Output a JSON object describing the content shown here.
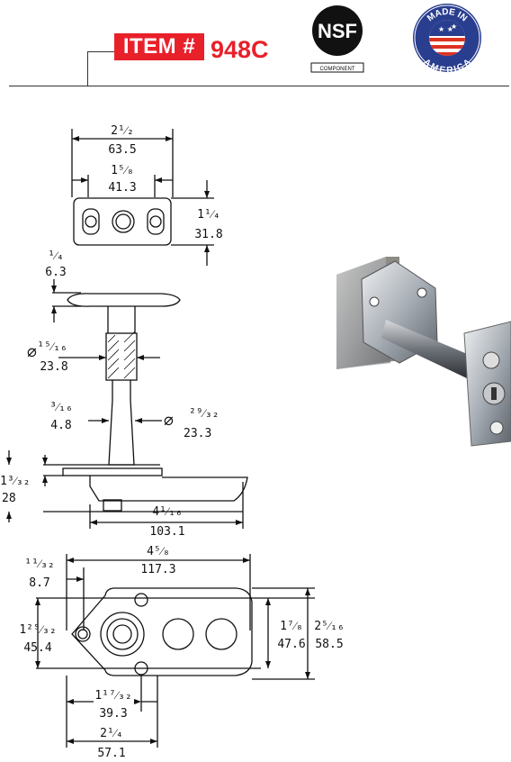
{
  "header": {
    "item_label": "ITEM #",
    "item_number": "948C",
    "nsf_text": "NSF",
    "nsf_sub": "COMPONENT",
    "made_in_top": "MADE IN",
    "made_in_bottom": "AMERICA"
  },
  "dims": {
    "top_width_frac": "2¹⁄₂",
    "top_width_mm": "63.5",
    "top_inner_frac": "1⁵⁄₈",
    "top_inner_mm": "41.3",
    "top_height_frac": "1¹⁄₄",
    "top_height_mm": "31.8",
    "flange_frac": "¹⁄₄",
    "flange_mm": "6.3",
    "cyl_dia_frac": "¹⁵⁄₁₆",
    "cyl_dia_mm": "23.8",
    "step_frac": "³⁄₁₆",
    "step_mm": "4.8",
    "shaft_dia_frac": "²⁹⁄₃₂",
    "shaft_dia_mm": "23.3",
    "left_frac": "1³⁄₃₂",
    "left_mm": "28",
    "base_len_frac": "4¹⁄₁₆",
    "base_len_mm": "103.1",
    "bot_width_frac": "4⁵⁄₈",
    "bot_width_mm": "117.3",
    "bot_offset_frac": "¹¹⁄₃₂",
    "bot_offset_mm": "8.7",
    "bot_left_frac": "1²⁵⁄₃₂",
    "bot_left_mm": "45.4",
    "bot_h1_frac": "1⁷⁄₈",
    "bot_h1_mm": "47.6",
    "bot_h2_frac": "2⁵⁄₁₆",
    "bot_h2_mm": "58.5",
    "bot_c1_frac": "1¹⁷⁄₃₂",
    "bot_c1_mm": "39.3",
    "bot_c2_frac": "2¹⁄₄",
    "bot_c2_mm": "57.1",
    "dia_symbol": "∅"
  }
}
